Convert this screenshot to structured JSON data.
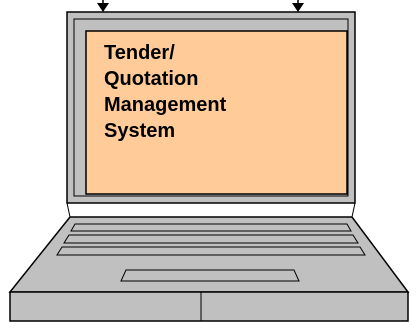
{
  "diagram": {
    "screen_text_lines": [
      "Tender/",
      "Quotation",
      "Management",
      "System"
    ],
    "colors": {
      "lid": "#c0c0c0",
      "screen": "#ffcc99",
      "keyboard_base": "#c0c0c0",
      "outline": "#000000",
      "background": "#ffffff"
    },
    "icons": [
      "arrow-down-icon",
      "arrow-down-icon"
    ]
  }
}
